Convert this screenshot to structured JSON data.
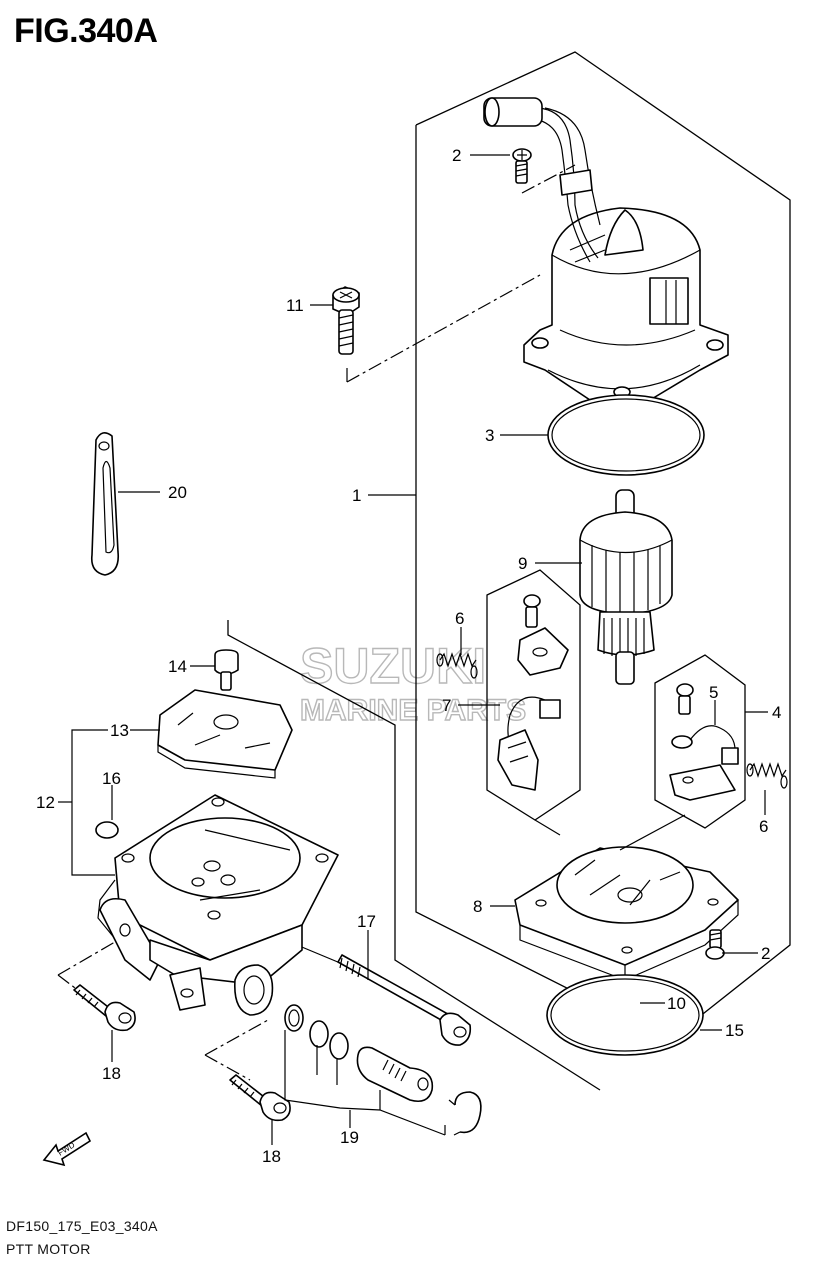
{
  "figure": {
    "title": "FIG.340A",
    "model_code": "DF150_175_E03_340A",
    "section_title": "PTT MOTOR"
  },
  "watermark": {
    "brand": "SUZUKI",
    "subtitle": "MARINE PARTS"
  },
  "callouts": [
    {
      "id": "c2a",
      "label": "2"
    },
    {
      "id": "c11",
      "label": "11"
    },
    {
      "id": "c3",
      "label": "3"
    },
    {
      "id": "c1",
      "label": "1"
    },
    {
      "id": "c20",
      "label": "20"
    },
    {
      "id": "c9",
      "label": "9"
    },
    {
      "id": "c6a",
      "label": "6"
    },
    {
      "id": "c14",
      "label": "14"
    },
    {
      "id": "c7",
      "label": "7"
    },
    {
      "id": "c5",
      "label": "5"
    },
    {
      "id": "c4",
      "label": "4"
    },
    {
      "id": "c13",
      "label": "13"
    },
    {
      "id": "c16",
      "label": "16"
    },
    {
      "id": "c6b",
      "label": "6"
    },
    {
      "id": "c12",
      "label": "12"
    },
    {
      "id": "c8",
      "label": "8"
    },
    {
      "id": "c17",
      "label": "17"
    },
    {
      "id": "c2b",
      "label": "2"
    },
    {
      "id": "c10",
      "label": "10"
    },
    {
      "id": "c15",
      "label": "15"
    },
    {
      "id": "c18a",
      "label": "18"
    },
    {
      "id": "c19",
      "label": "19"
    },
    {
      "id": "c18b",
      "label": "18"
    }
  ],
  "fwd_marker": {
    "label": "FWD",
    "icon": "fwd-arrow-icon"
  }
}
